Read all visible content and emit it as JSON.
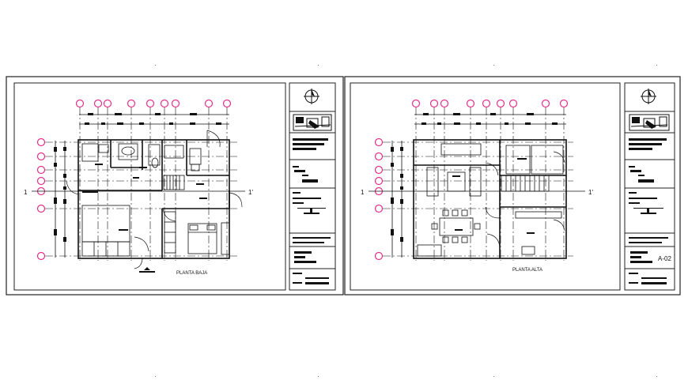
{
  "sheets": [
    {
      "id": "left",
      "plan_title": "PLANTA BAJA",
      "section_left": "1",
      "section_right": "1'",
      "sheet_code": ""
    },
    {
      "id": "right",
      "plan_title": "PLANTA ALTA",
      "section_left": "1",
      "section_right": "1'",
      "sheet_code": "A-02"
    }
  ],
  "colors": {
    "grid_bubble": "#e0308a",
    "line": "#111111",
    "frame": "#222222"
  },
  "icons": [
    "north-arrow-icon",
    "location-map-icon",
    "grid-bubble-icon"
  ]
}
